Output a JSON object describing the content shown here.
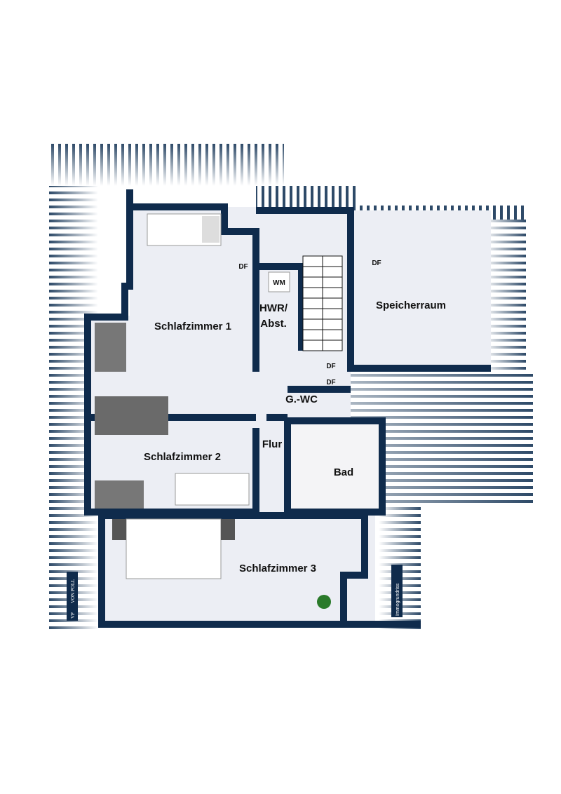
{
  "plan": {
    "colors": {
      "wall": "#0f2b4c",
      "floor": "#eceef4",
      "roof": "#2e4a68"
    },
    "rooms": {
      "sz1": "Schlafzimmer 1",
      "hwr1": "HWR/",
      "hwr2": "Abst.",
      "speicher": "Speicherraum",
      "wc": "G.-WC",
      "flur": "Flur",
      "bad": "Bad",
      "sz2": "Schlafzimmer 2",
      "sz3": "Schlafzimmer 3"
    },
    "labels": {
      "df": "DF",
      "wm": "WM"
    },
    "branding": {
      "logo": "VON POLL",
      "logo_mark": "VP",
      "credit": "Immogrundriss"
    }
  }
}
